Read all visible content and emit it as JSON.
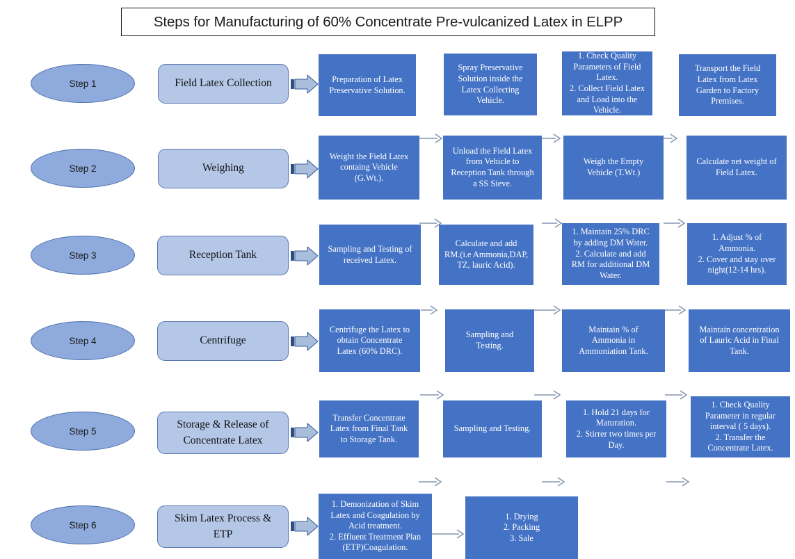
{
  "title": "Steps for Manufacturing of 60% Concentrate Pre-vulcanized Latex in ELPP",
  "colors": {
    "process_box": "#4472C4",
    "stage_box": "#B4C7E7",
    "step_ellipse": "#8FAADC",
    "connector": "#8497B0",
    "title_border": "#111111"
  },
  "rows": [
    {
      "step": "Step 1",
      "stage": "Field Latex Collection",
      "boxes": [
        "Preparation of Latex\nPreservative Solution.",
        "Spray Preservative\nSolution inside the\nLatex Collecting\nVehicle.",
        "1. Check Quality\nParameters of Field\nLatex.\n2. Collect Field Latex\nand Load into the\nVehicle.",
        "Transport the Field\nLatex from Latex\nGarden to Factory\nPremises."
      ]
    },
    {
      "step": "Step 2",
      "stage": "Weighing",
      "boxes": [
        "Weight the Field Latex\ncontaing Vehicle\n(G.Wt.).",
        "Unload the Field Latex\nfrom Vehicle to\nReception Tank through\na SS Sieve.",
        "Weigh the Empty\nVehicle (T.Wt.)",
        "Calculate net weight of\nField Latex."
      ]
    },
    {
      "step": "Step 3",
      "stage": "Reception Tank",
      "boxes": [
        "Sampling and Testing of\nreceived Latex.",
        "Calculate and add\nRM.(i.e Ammonia,DAP,\nTZ, lauric Acid).",
        "1. Maintain 25% DRC\nby adding DM Water.\n2. Calculate and add\nRM for additional DM\nWater.",
        "1. Adjust % of\nAmmonia.\n2. Cover and stay over\nnight(12-14 hrs)."
      ]
    },
    {
      "step": "Step 4",
      "stage": "Centrifuge",
      "boxes": [
        "Centrifuge the Latex to\nobtain Concentrate\nLatex (60% DRC).",
        "Sampling and\nTesting.",
        "Maintain % of\nAmmonia in\nAmmoniation Tank.",
        "Maintain concentration\nof Lauric Acid in Final\nTank."
      ]
    },
    {
      "step": "Step 5",
      "stage": "Storage & Release of\nConcentrate Latex",
      "boxes": [
        "Transfer Concentrate\nLatex from Final Tank\nto Storage Tank.",
        "Sampling and Testing.",
        "1. Hold 21 days for\nMaturation.\n2. Stirrer two times per\nDay.",
        "1. Check Quality\nParameter in regular\ninterval ( 5 days).\n2. Transfer the\nConcentrate Latex."
      ]
    },
    {
      "step": "Step 6",
      "stage": "Skim Latex Process &\nETP",
      "boxes": [
        "1. Demonization of Skim\nLatex and Coagulation by\nAcid treatment.\n2. Effluent Treatment Plan\n(ETP)Coagulation.",
        "1. Drying\n2. Packing\n3. Sale"
      ]
    }
  ]
}
